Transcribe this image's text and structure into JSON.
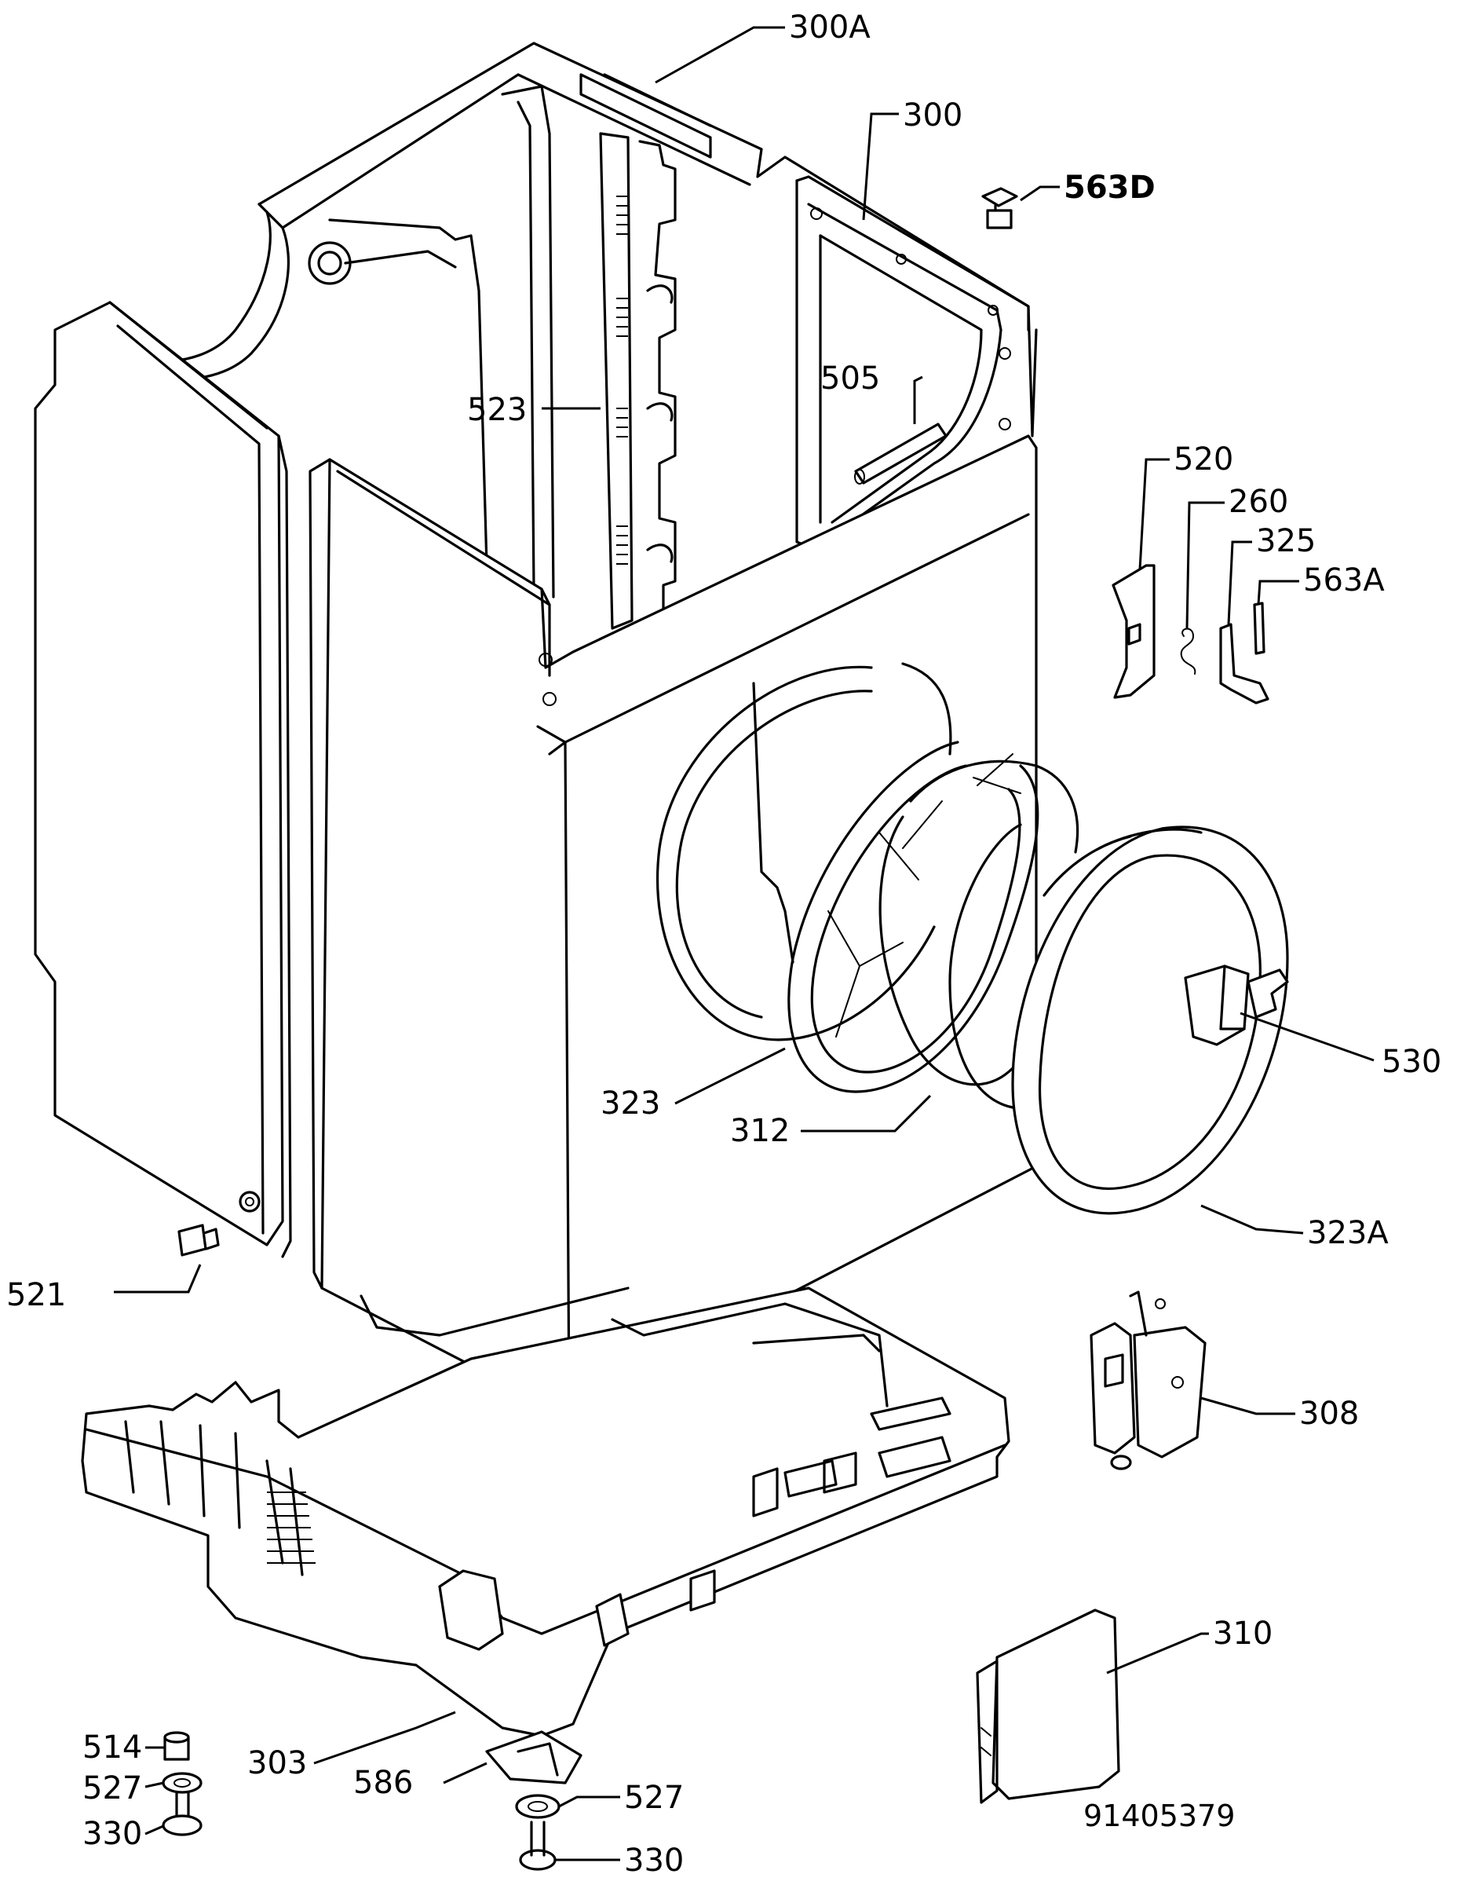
{
  "drawing_number": "91405379",
  "callouts": [
    {
      "id": "c300A",
      "text": "300A"
    },
    {
      "id": "c300",
      "text": "300"
    },
    {
      "id": "c563D",
      "text": "563D"
    },
    {
      "id": "c523",
      "text": "523"
    },
    {
      "id": "c505",
      "text": "505"
    },
    {
      "id": "c520",
      "text": "520"
    },
    {
      "id": "c260",
      "text": "260"
    },
    {
      "id": "c325",
      "text": "325"
    },
    {
      "id": "c563A",
      "text": "563A"
    },
    {
      "id": "c530",
      "text": "530"
    },
    {
      "id": "c323",
      "text": "323"
    },
    {
      "id": "c312",
      "text": "312"
    },
    {
      "id": "c323A",
      "text": "323A"
    },
    {
      "id": "c521",
      "text": "521"
    },
    {
      "id": "c308",
      "text": "308"
    },
    {
      "id": "c310",
      "text": "310"
    },
    {
      "id": "c514",
      "text": "514"
    },
    {
      "id": "c527a",
      "text": "527"
    },
    {
      "id": "c330a",
      "text": "330"
    },
    {
      "id": "c303",
      "text": "303"
    },
    {
      "id": "c586",
      "text": "586"
    },
    {
      "id": "c527b",
      "text": "527"
    },
    {
      "id": "c330b",
      "text": "330"
    }
  ]
}
